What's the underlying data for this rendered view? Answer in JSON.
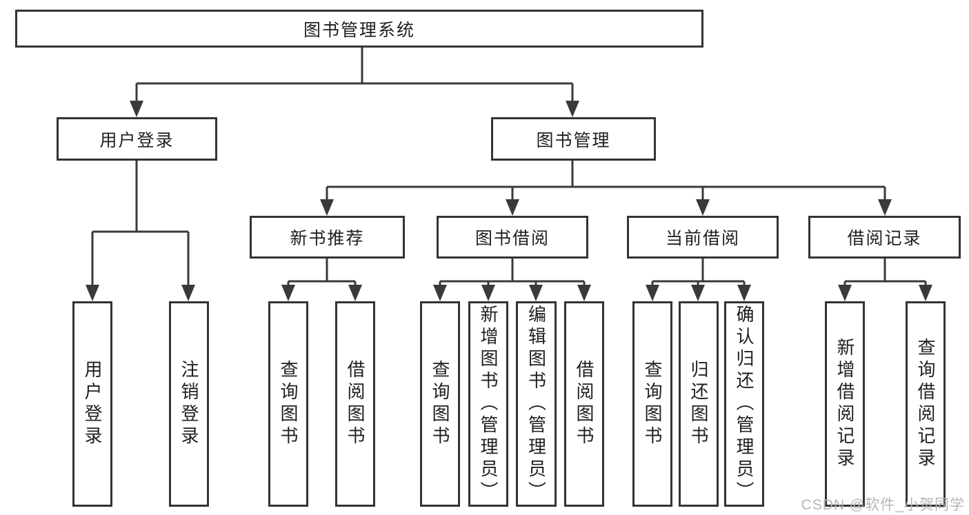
{
  "diagram": {
    "nodes": {
      "root": {
        "label": "图书管理系统"
      },
      "user_login": {
        "label": "用户登录"
      },
      "book_mgmt": {
        "label": "图书管理"
      },
      "new_book_rec": {
        "label": "新书推荐"
      },
      "book_borrow": {
        "label": "图书借阅"
      },
      "current_borrow": {
        "label": "当前借阅"
      },
      "borrow_record": {
        "label": "借阅记录"
      },
      "leaf_user_login": {
        "label": "用户登录"
      },
      "leaf_logout": {
        "label": "注销登录"
      },
      "leaf_query_book_1": {
        "label": "查询图书"
      },
      "leaf_borrow_book_1": {
        "label": "借阅图书"
      },
      "leaf_query_book_2": {
        "label": "查询图书"
      },
      "leaf_add_book": {
        "label": "新增图书（管理员）"
      },
      "leaf_edit_book": {
        "label": "编辑图书（管理员）"
      },
      "leaf_borrow_book_2": {
        "label": "借阅图书"
      },
      "leaf_query_book_3": {
        "label": "查询图书"
      },
      "leaf_return_book": {
        "label": "归还图书"
      },
      "leaf_confirm_return": {
        "label": "确认归还（管理员）"
      },
      "leaf_add_record": {
        "label": "新增借阅记录"
      },
      "leaf_query_record": {
        "label": "查询借阅记录"
      }
    },
    "edges": [
      "root -> user_login",
      "root -> book_mgmt",
      "user_login -> leaf_user_login",
      "user_login -> leaf_logout",
      "book_mgmt -> new_book_rec",
      "book_mgmt -> book_borrow",
      "book_mgmt -> current_borrow",
      "book_mgmt -> borrow_record",
      "new_book_rec -> leaf_query_book_1",
      "new_book_rec -> leaf_borrow_book_1",
      "book_borrow -> leaf_query_book_2",
      "book_borrow -> leaf_add_book",
      "book_borrow -> leaf_edit_book",
      "book_borrow -> leaf_borrow_book_2",
      "current_borrow -> leaf_query_book_3",
      "current_borrow -> leaf_return_book",
      "current_borrow -> leaf_confirm_return",
      "borrow_record -> leaf_add_record",
      "borrow_record -> leaf_query_record"
    ],
    "colors": {
      "line": "#3a3a3a",
      "border": "#333333",
      "text": "#1f1f1f",
      "background": "#ffffff",
      "watermark": "#b5b5b5"
    }
  },
  "watermark": {
    "text": "CSDN @软件_小贺同学"
  }
}
